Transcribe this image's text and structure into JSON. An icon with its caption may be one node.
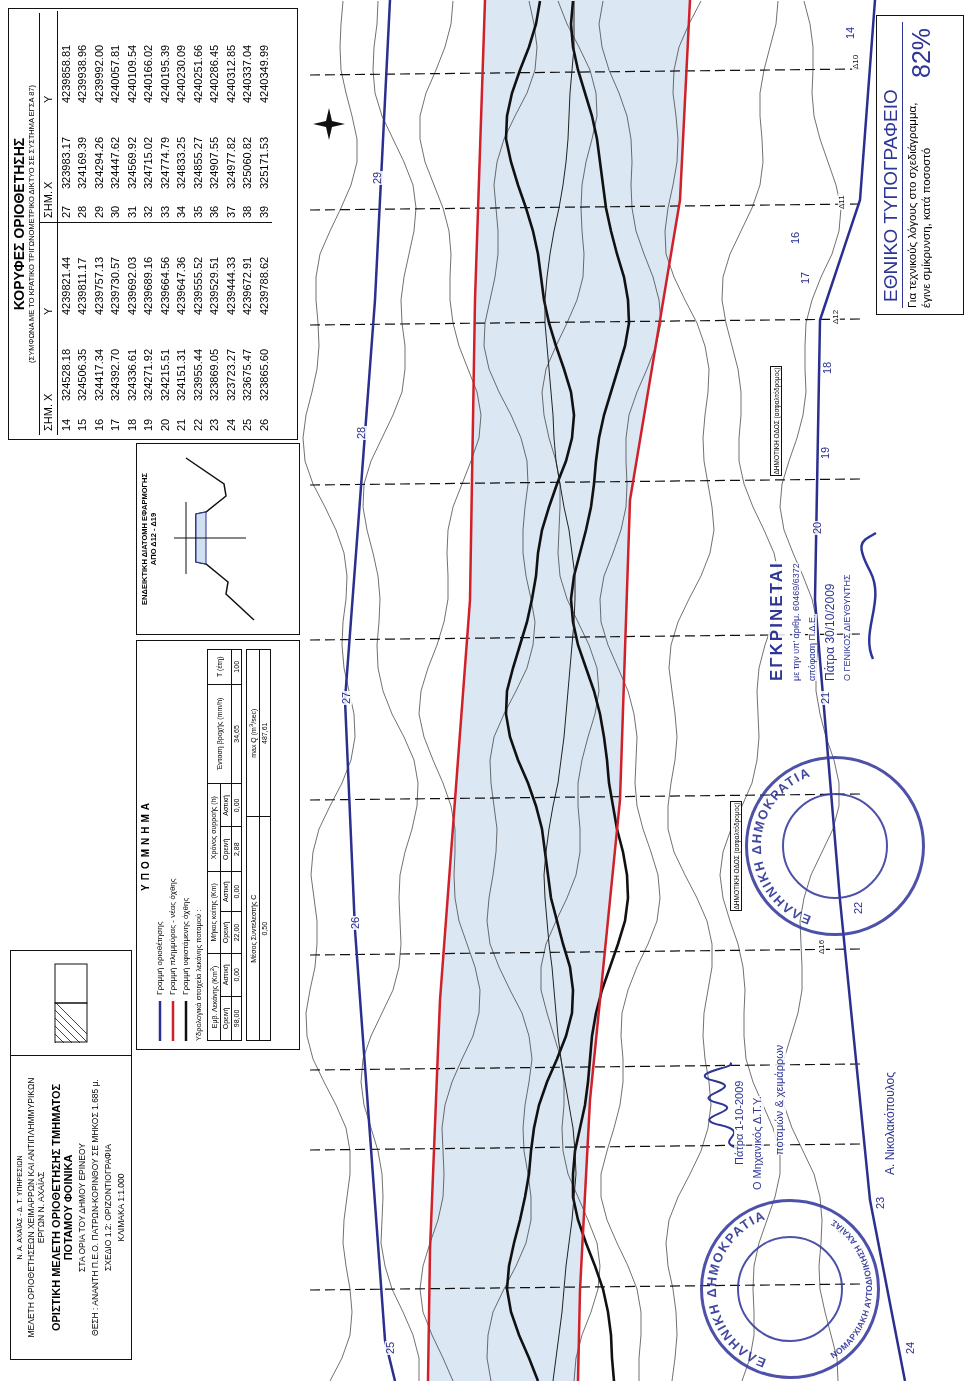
{
  "diagram": {
    "nodes": [
      {
        "text": [
          "Ν. Α. ΑΧΑΪΑΣ - Δ. Τ. ΥΠΗΡΕΣΙΩΝ",
          "ΜΕΛΕΤΗ ΟΡΙΟΘΕΤΗΣΕΩΝ ΧΕΙΜΑΡΡΩΝ ΚΑΙ ΑΝΤΙΠΛΗΜΜΥΡΙΚΩΝ ΕΡΓΩΝ Ν. ΑΧΑΪΑΣ",
          "ΟΡΙΣΤΙΚΗ ΜΕΛΕΤΗ ΟΡΙΟΘΕΤΗΣΗΣ ΤΜΗΜΑΤΟΣ ΠΟΤΑΜΟΥ ΦΟΙΝΙΚΑ",
          "ΣΤΑ ΟΡΙΑ ΤΟΥ ΔΗΜΟΥ ΕΡΙΝΕΟΥ",
          "ΘΕΣΗ : ΑΝΑΝΤΗ Π.Ε.Ο. ΠΑΤΡΩΝ-ΚΟΡΙΝΘΟΥ ΣΕ ΜΗΚΟΣ 1.685 μ.",
          "ΣΧΕΔΙΟ 1.2: ΟΡΙΖΟΝΤΙΟΓΡΑΦΙΑ",
          "ΚΛΙΜΑΚΑ 1:1.000"
        ]
      },
      {
        "text": [
          "ΥΠΟΜΝΗΜΑ"
        ]
      },
      {
        "text": [
          "ΕΝΔΕΙΚΤΙΚΗ ΔΙΑΤΟΜΗ ΕΦΑΡΜΟΓΗΣ ΑΠΟ Δ12 - Δ19"
        ]
      },
      {
        "text": [
          "ΚΟΡΥΦΕΣ ΟΡΙΟΘΕΤΗΣΗΣ",
          "(ΣΥΜΦΩΝΑ ΜΕ ΤΟ ΚΡΑΤΙΚΟ ΤΡΙΓΩΝΟΜΕΤΡΙΚΟ ΔΙΚΤΥΟ ΣΕ ΣΥΣΤΗΜΑ ΕΓΣΑ 87)"
        ]
      },
      {
        "text": [
          "ΕΘΝΙΚΟ ΤΥΠΟΓΡΑΦΕΙΟ",
          "Για τεχνικούς λόγους στο σχεδιάγραμμα, έγινε σμίκρυνση, κατά ποσοστό",
          "82%"
        ]
      },
      {
        "text": [
          "ΕΛΛΗΝΙΚΗ ΔΗΜΟΚΡΑΤΙΑ"
        ]
      },
      {
        "text": [
          "ΕΛΛΗΝΙΚΗ ΔΗΜΟΚΡΑΤΙΑ",
          "ΝΟΜΑΡΧΙΑΚΗ ΑΥΤΟΔΙΟΙΚΗΣΗ ΑΧΑΪΑΣ"
        ]
      },
      {
        "text": [
          "ΔΗΜΟΤΙΚΗ ΟΔΟΣ (ασφαλτόδρομος)"
        ]
      },
      {
        "text": [
          "ΔΗΜΟΤΙΚΗ ΟΔΟΣ (ασφαλτόδρομος)"
        ]
      }
    ],
    "labels": [
      "ΣΗΜ.",
      "X",
      "Y",
      "ΣΗΜ.",
      "X",
      "Y",
      "14",
      "324528.18",
      "4239821.44",
      "27",
      "323983.17",
      "4239858.81",
      "15",
      "324506.35",
      "4239811.17",
      "28",
      "324169.39",
      "4239938.96",
      "16",
      "324417.34",
      "4239757.13",
      "29",
      "324294.26",
      "4239992.00",
      "17",
      "324392.70",
      "4239730.57",
      "30",
      "324447.62",
      "4240057.81",
      "18",
      "324336.61",
      "4239692.03",
      "31",
      "324569.92",
      "4240109.54",
      "19",
      "324271.92",
      "4239689.16",
      "32",
      "324715.02",
      "4240166.02",
      "20",
      "324215.51",
      "4239664.56",
      "33",
      "324774.79",
      "4240195.39",
      "21",
      "324151.31",
      "4239647.36",
      "34",
      "324833.25",
      "4240230.09",
      "22",
      "323955.44",
      "4239555.52",
      "35",
      "324855.27",
      "4240251.66",
      "23",
      "323869.05",
      "4239529.51",
      "36",
      "324907.55",
      "4240286.45",
      "24",
      "323723.27",
      "4239444.33",
      "37",
      "324977.82",
      "4240312.85",
      "25",
      "323675.47",
      "4239672.91",
      "38",
      "325060.82",
      "4240337.04",
      "26",
      "323865.60",
      "4239788.62",
      "39",
      "325171.53",
      "4240349.99",
      "Υδρολογικά στοιχεία λεκάνης ποταμού :",
      "Εμβ. Λεκάνης (Km$^{2}$)",
      "Μήκος κοίτης (Km)",
      "Χρόνος συρροής (h)",
      "Ένταση βροχής (mm/h)",
      "T (έτη)",
      "Ορεινή",
      "Αστική",
      "Ορεινή",
      "Αστική",
      "Ορεινή",
      "Αστική",
      "98,00",
      "0,00",
      "22,00",
      "0,00",
      "2,88",
      "0,00",
      "34,65",
      "100",
      "Μέσος Συντελεστής C",
      "max Q (m$^{3}$/sec)",
      "0,50",
      "487,61",
      "29",
      "28",
      "27",
      "26",
      "25",
      "14",
      "16",
      "17",
      "18",
      "19",
      "20",
      "21",
      "22",
      "23",
      "24",
      "Δ10",
      "Δ11",
      "Δ12",
      "Δ16",
      "ΕΓΚΡΙΝΕΤΑΙ",
      "με την υπ' αριθμ. 60469/6372",
      "απόφαση Π.Δ.Ε.",
      "Πάτρα 30/10/2009",
      "Ο ΓΕΝΙΚΟΣ ΔΙΕΥΘΥΝΤΗΣ",
      "Πάτρα 1-10-2009",
      "Ο Μηχανικός Δ.Τ.Υ.",
      "ποταμών & χειμάρρων",
      "Α. Νικολακόπουλος"
    ],
    "legend": [
      {
        "text": "Γραμμή οριοθέτησης"
      },
      {
        "text": "Γραμμή πλημμύρας - νέας όχθης"
      },
      {
        "text": "Γραμμή υφιστάμενης όχθης"
      }
    ]
  }
}
